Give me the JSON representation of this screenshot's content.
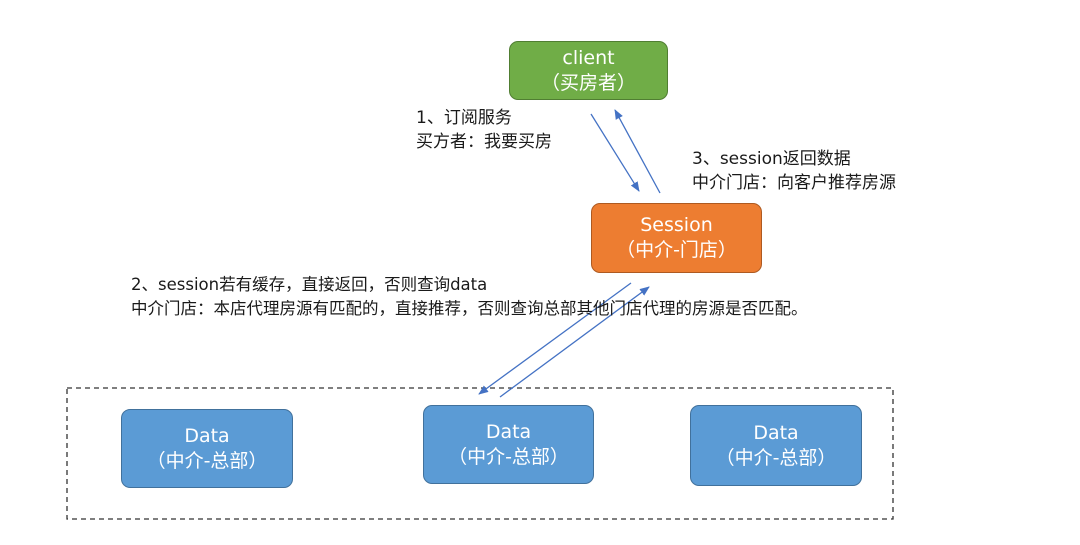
{
  "colors": {
    "client_fill": "#70ad47",
    "client_border": "#507e32",
    "session_fill": "#ed7d31",
    "session_border": "#ae5a21",
    "data_fill": "#5b9bd5",
    "data_border": "#41719c",
    "arrow": "#4472c4",
    "text": "#1a1a1a"
  },
  "nodes": {
    "client": {
      "line1": "client",
      "line2": "（买房者）"
    },
    "session": {
      "line1": "Session",
      "line2": "（中介-门店）"
    },
    "data": [
      {
        "line1": "Data",
        "line2": "（中介-总部）"
      },
      {
        "line1": "Data",
        "line2": "（中介-总部）"
      },
      {
        "line1": "Data",
        "line2": "（中介-总部）"
      }
    ]
  },
  "labels": {
    "step1": {
      "line1": "1、订阅服务",
      "line2": "买方者：我要买房"
    },
    "step2": {
      "line1": "2、session若有缓存，直接返回，否则查询data",
      "line2": "中介门店：本店代理房源有匹配的，直接推荐，否则查询总部其他门店代理的房源是否匹配。"
    },
    "step3": {
      "line1": "3、session返回数据",
      "line2": "中介门店：向客户推荐房源"
    }
  }
}
